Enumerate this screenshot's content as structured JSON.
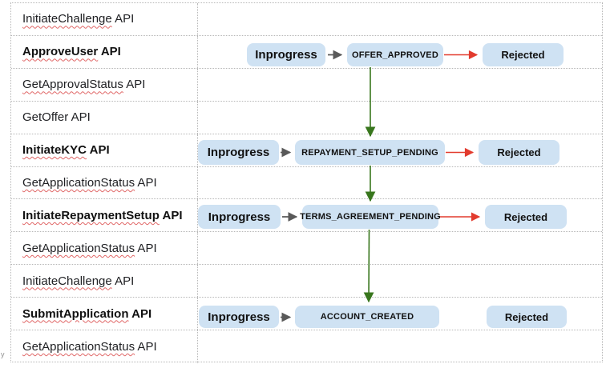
{
  "rows": [
    {
      "word": "InitiateChallenge",
      "suffix": " API",
      "bold": false,
      "spellcheck": true
    },
    {
      "word": "ApproveUser",
      "suffix": " API",
      "bold": true,
      "spellcheck": true
    },
    {
      "word": "GetApprovalStatus",
      "suffix": " API",
      "bold": false,
      "spellcheck": true
    },
    {
      "word": "GetOffer",
      "suffix": " API",
      "bold": false,
      "spellcheck": false
    },
    {
      "word": "InitiateKYC",
      "suffix": " API",
      "bold": true,
      "spellcheck": true
    },
    {
      "word": "GetApplicationStatus",
      "suffix": " API",
      "bold": false,
      "spellcheck": true
    },
    {
      "word": "InitiateRepaymentSetup",
      "suffix": " API",
      "bold": true,
      "spellcheck": true
    },
    {
      "word": "GetApplicationStatus",
      "suffix": " API",
      "bold": false,
      "spellcheck": true
    },
    {
      "word": "InitiateChallenge",
      "suffix": " API",
      "bold": false,
      "spellcheck": true
    },
    {
      "word": "SubmitApplication",
      "suffix": " API",
      "bold": true,
      "spellcheck": true
    },
    {
      "word": "GetApplicationStatus",
      "suffix": " API",
      "bold": false,
      "spellcheck": true
    }
  ],
  "flows": {
    "approve_user": {
      "start": "Inprogress",
      "state": "OFFER_APPROVED",
      "reject": "Rejected",
      "reject_arrow": true
    },
    "initiate_kyc": {
      "start": "Inprogress",
      "state": "REPAYMENT_SETUP_PENDING",
      "reject": "Rejected",
      "reject_arrow": true
    },
    "initiate_repayment_setup": {
      "start": "Inprogress",
      "state": "TERMS_AGREEMENT_PENDING",
      "reject": "Rejected",
      "reject_arrow": true
    },
    "submit_application": {
      "start": "Inprogress",
      "state": "ACCOUNT_CREATED",
      "reject": "Rejected",
      "reject_arrow": false
    }
  },
  "diagram": {
    "state_chain": [
      "OFFER_APPROVED",
      "REPAYMENT_SETUP_PENDING",
      "TERMS_AGREEMENT_PENDING",
      "ACCOUNT_CREATED"
    ],
    "chain_arrow_color": "green",
    "reject_transitions": [
      "OFFER_APPROVED",
      "REPAYMENT_SETUP_PENDING",
      "TERMS_AGREEMENT_PENDING"
    ]
  },
  "colors": {
    "box_fill": "#cfe2f3",
    "arrow_green": "#38761d",
    "arrow_red": "#e23b2e",
    "arrow_gray": "#595959",
    "grid_dotted": "#b7b7b7",
    "squiggle": "#e06666"
  },
  "page": {
    "corner_text": "y"
  }
}
